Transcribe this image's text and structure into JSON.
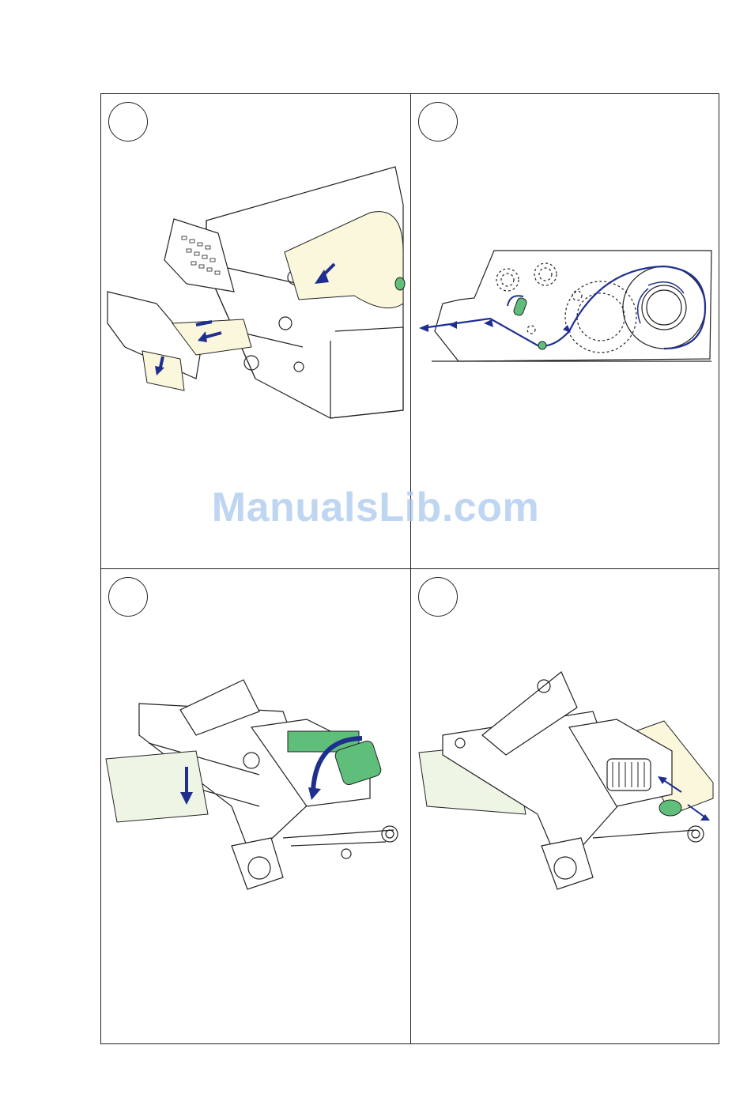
{
  "watermark": {
    "text": "ManualsLib.com"
  },
  "panels": [
    {
      "id": "step-1",
      "description_icon": "printer-perspective-illustration"
    },
    {
      "id": "step-2",
      "description_icon": "media-path-side-view"
    },
    {
      "id": "step-3",
      "description_icon": "printhead-mechanism-illustration"
    },
    {
      "id": "step-4",
      "description_icon": "printhead-mechanism-closed-illustration"
    }
  ],
  "colors": {
    "arrow": "#1f2f8f",
    "roller_green": "#5fbf7a",
    "media": "#fbf7dc",
    "line": "#222222"
  }
}
